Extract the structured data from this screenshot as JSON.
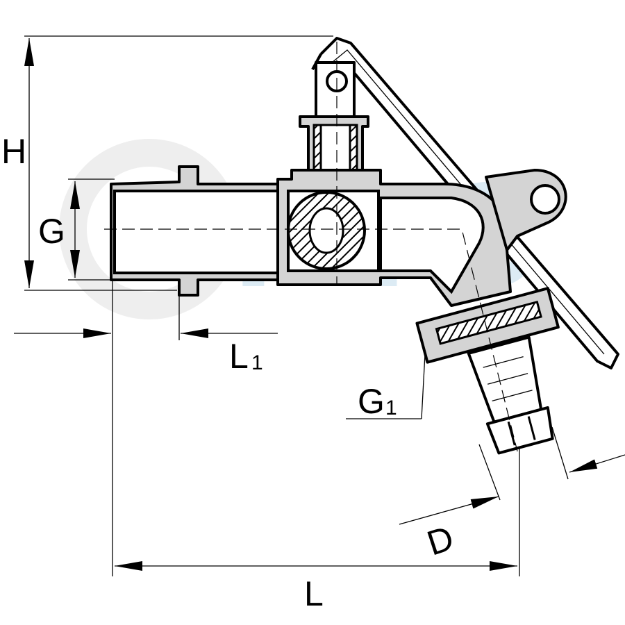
{
  "drawing": {
    "title": "Ball valve tap with hose nozzle - dimension drawing",
    "dimensions": {
      "H": "H",
      "G": "G",
      "L1_main": "L",
      "L1_sub": "1",
      "G1_main": "G",
      "G1_sub": "1",
      "D": "D",
      "L": "L"
    },
    "watermark": "HTC",
    "colors": {
      "body": "#d4d4d4",
      "line": "#000000",
      "watermark": "#e8f2f8"
    }
  }
}
